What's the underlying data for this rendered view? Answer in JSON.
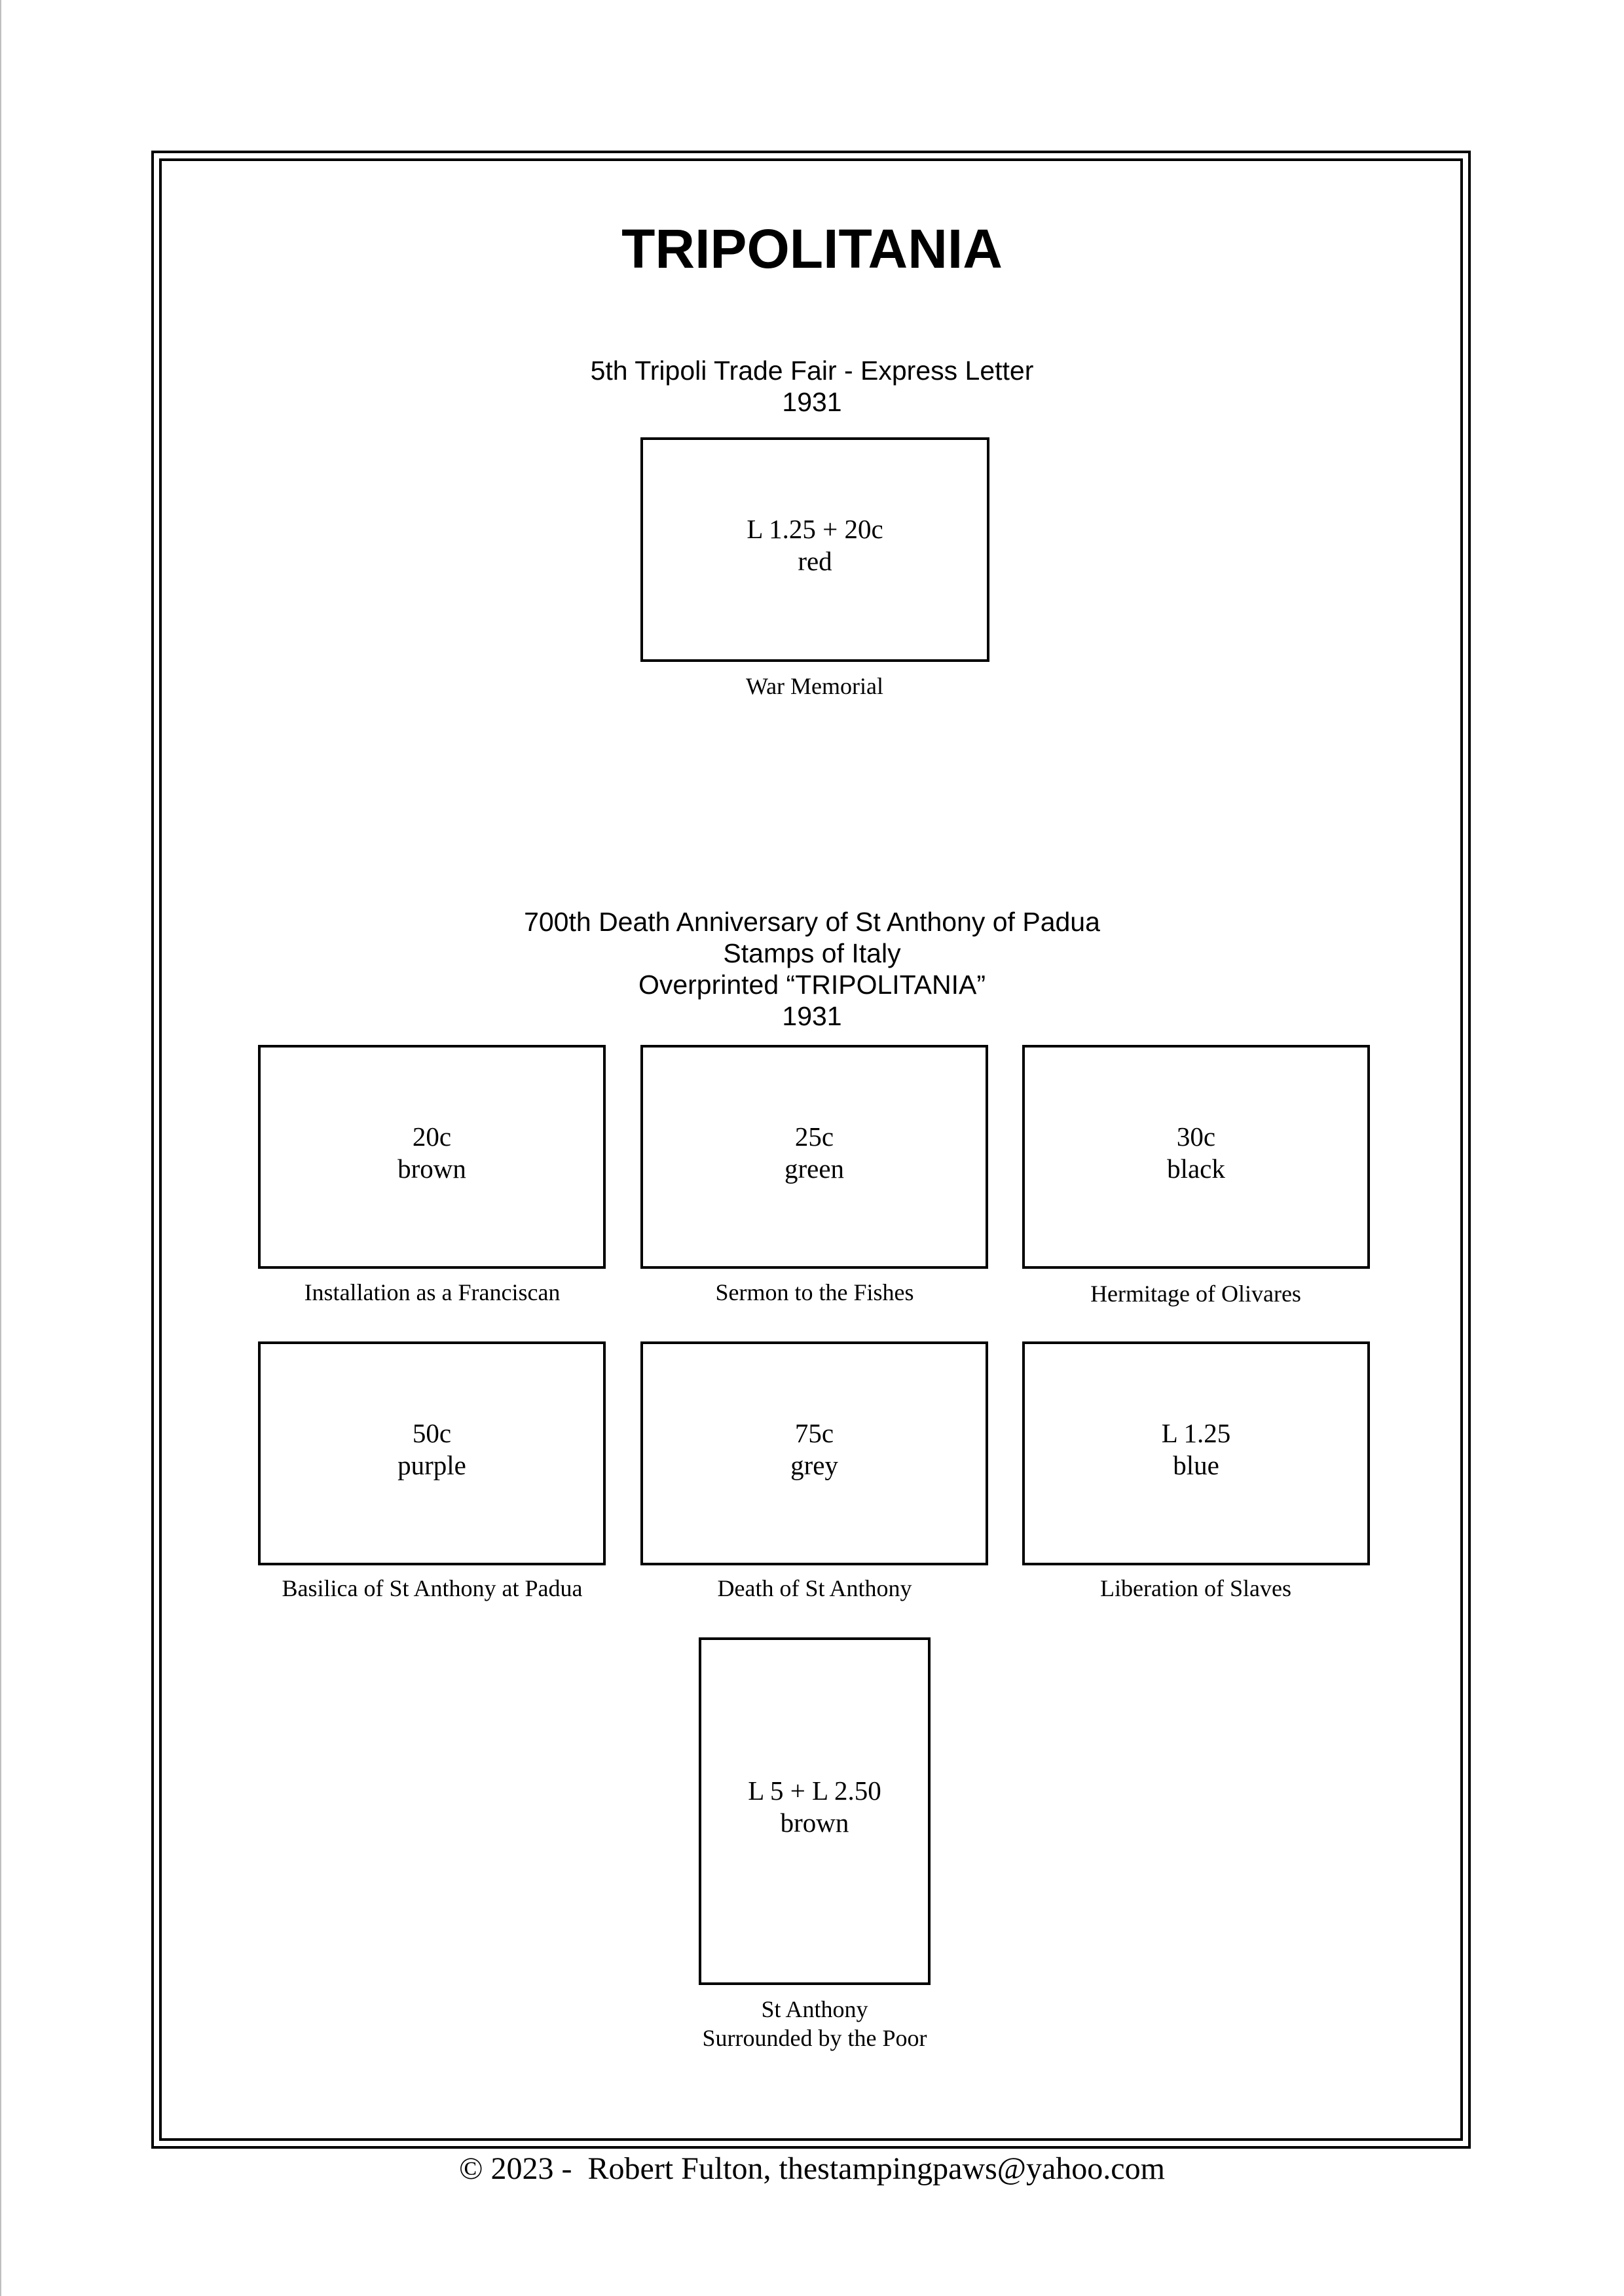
{
  "page_title": "TRIPOLITANIA",
  "section1": {
    "heading_line1": "5th Tripoli Trade Fair - Express Letter",
    "heading_line2": "1931",
    "stamp": {
      "value": "L 1.25 + 20c",
      "color": "red",
      "caption": "War Memorial"
    }
  },
  "section2": {
    "heading_line1": "700th Death Anniversary of St Anthony of Padua",
    "heading_line2": "Stamps of Italy",
    "heading_line3": "Overprinted “TRIPOLITANIA”",
    "heading_line4": "1931",
    "stamps": [
      {
        "value": "20c",
        "color": "brown",
        "caption": "Installation as a Franciscan"
      },
      {
        "value": "25c",
        "color": "green",
        "caption": "Sermon to the Fishes"
      },
      {
        "value": "30c",
        "color": "black",
        "caption": "Hermitage of Olivares"
      },
      {
        "value": "50c",
        "color": "purple",
        "caption": "Basilica of St Anthony at Padua"
      },
      {
        "value": "75c",
        "color": "grey",
        "caption": "Death of St Anthony"
      },
      {
        "value": "L 1.25",
        "color": "blue",
        "caption": "Liberation of Slaves"
      },
      {
        "value": "L 5 + L 2.50",
        "color": "brown",
        "caption_line1": "St Anthony",
        "caption_line2": "Surrounded by the Poor"
      }
    ]
  },
  "footer": "© 2023 -  Robert Fulton, thestampingpaws@yahoo.com"
}
